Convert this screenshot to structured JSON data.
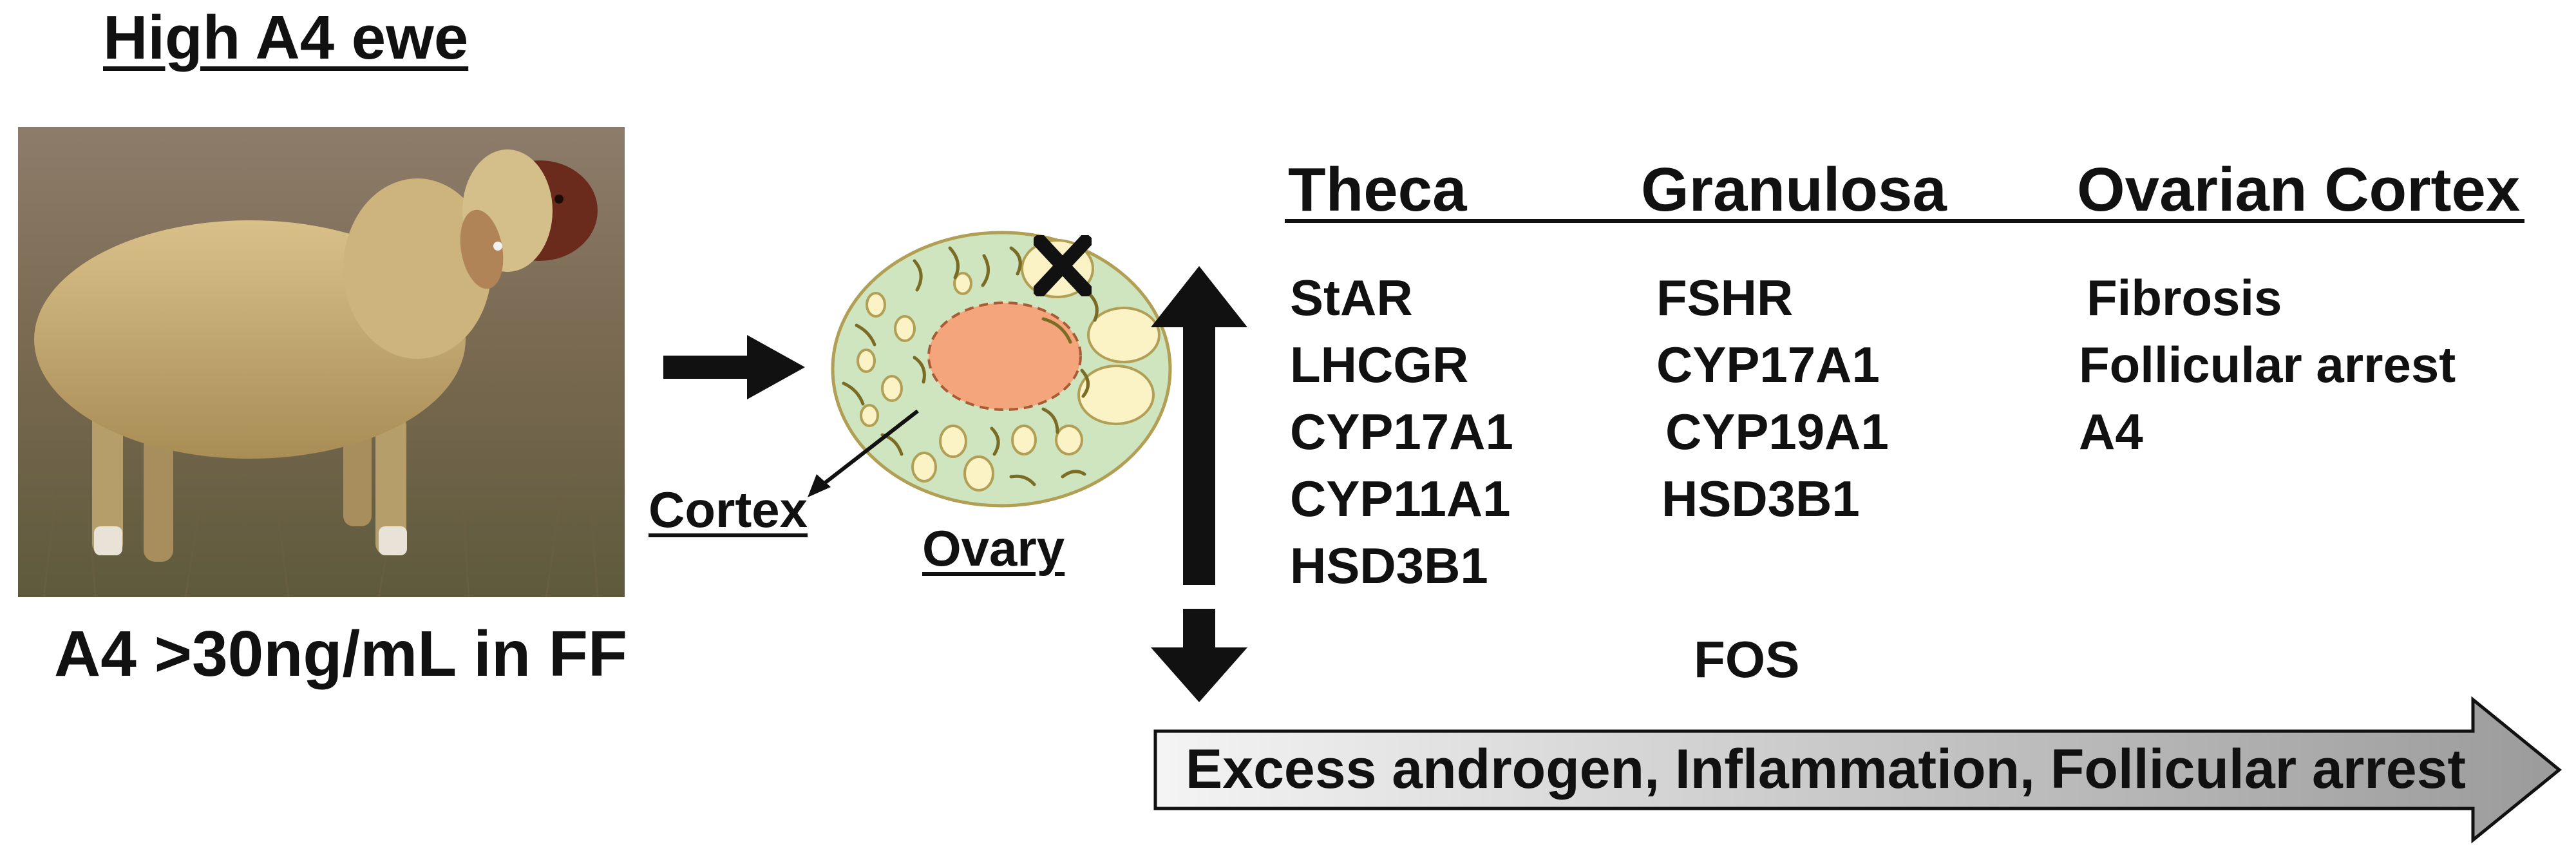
{
  "figure": {
    "title": "High A4 ewe",
    "photo_caption": "A4 >30ng/mL in FF",
    "cortex_label": "Cortex",
    "ovary_label": "Ovary",
    "columns": [
      {
        "header": "Theca",
        "genes": [
          "StAR",
          "LHCGR",
          "CYP17A1",
          "CYP11A1",
          "HSD3B1"
        ]
      },
      {
        "header": "Granulosa",
        "genes": [
          "FSHR",
          "CYP17A1",
          "CYP19A1",
          "HSD3B1"
        ]
      },
      {
        "header": "Ovarian Cortex",
        "genes": [
          "Fibrosis",
          "Follicular arrest",
          "A4"
        ]
      }
    ],
    "downregulated": "FOS",
    "banner": "Excess androgen, Inflammation, Follicular arrest"
  },
  "colors": {
    "ovary_fill": "#cfe5bf",
    "cortex_fill": "#f4a57c",
    "follicle_fill": "#fbf3c6",
    "banner_light": "#f4f4f4",
    "banner_dark": "#9b9b9b",
    "arrow": "#111111"
  },
  "icons": {
    "excluded": "x-mark-icon"
  }
}
